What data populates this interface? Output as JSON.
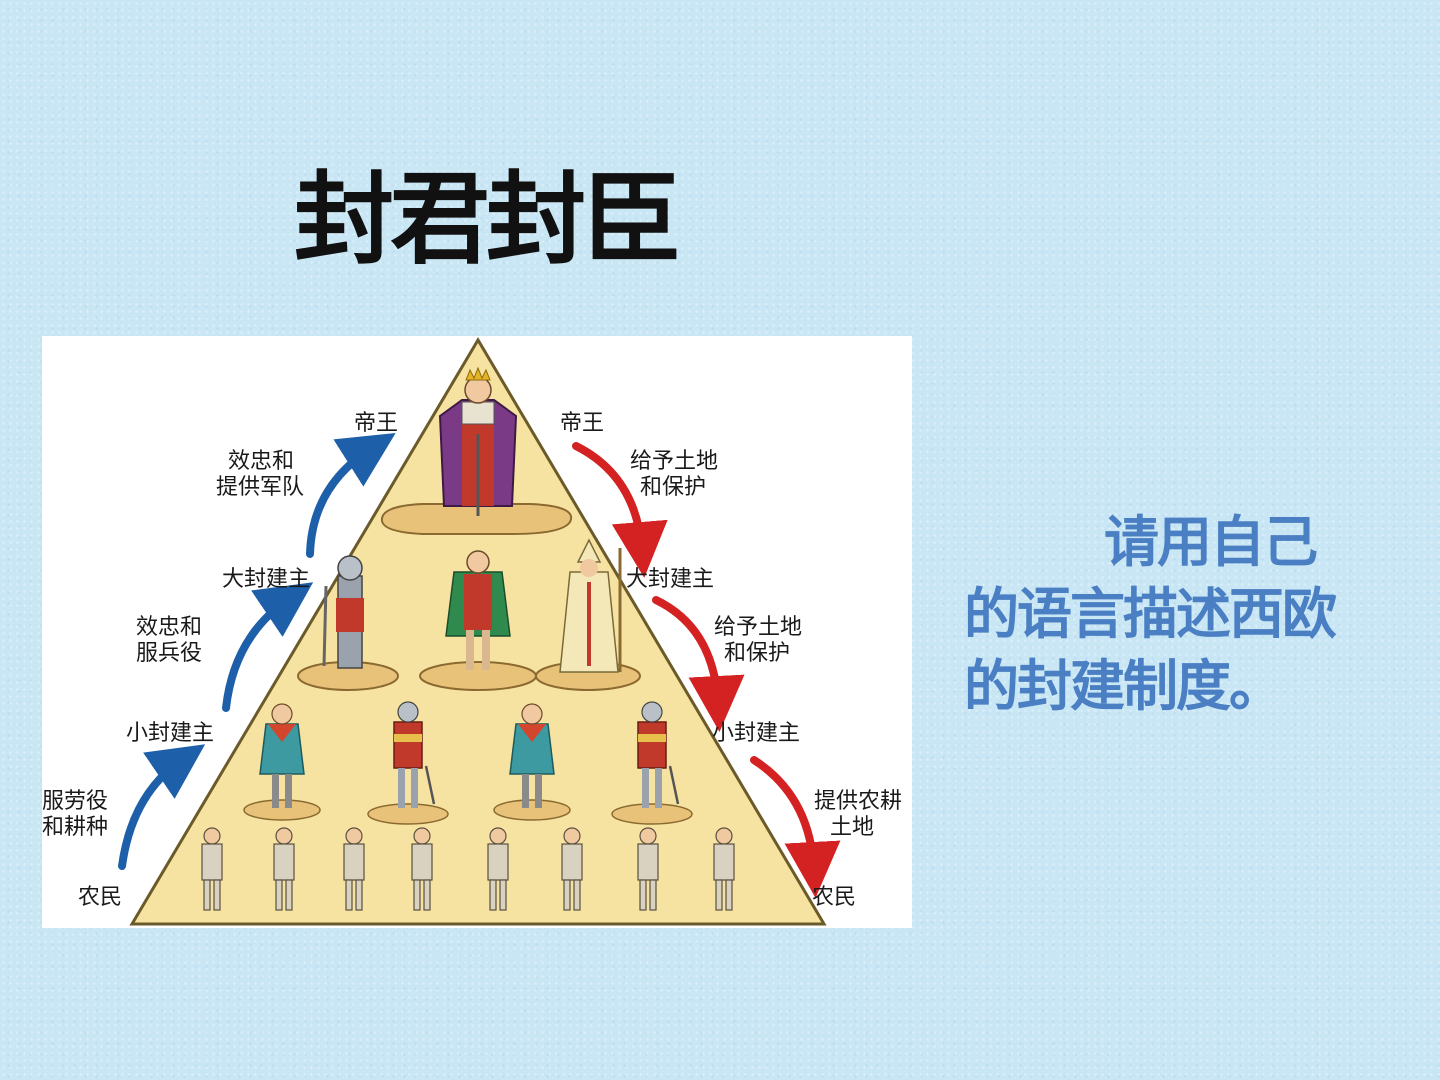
{
  "title": "封君封臣",
  "prompt": "请用自己的语言描述西欧的封建制度。",
  "diagram": {
    "left_labels": {
      "emperor": "帝王",
      "great_lord": "大封建主",
      "lesser_lord": "小封建主",
      "peasant": "农民",
      "loyalty_troops_1": "效忠和",
      "loyalty_troops_2": "提供军队",
      "loyalty_service_1": "效忠和",
      "loyalty_service_2": "服兵役",
      "labor_1": "服劳役",
      "labor_2": "和耕种"
    },
    "right_labels": {
      "emperor": "帝王",
      "great_lord": "大封建主",
      "lesser_lord": "小封建主",
      "peasant": "农民",
      "grant1_1": "给予土地",
      "grant1_2": "和保护",
      "grant2_1": "给予土地",
      "grant2_2": "和保护",
      "farm_1": "提供农耕",
      "farm_2": "土地"
    },
    "colors": {
      "pyramid_fill": "#f7e3a1",
      "up_arrow": "#1d5fa8",
      "down_arrow": "#d42222"
    }
  }
}
